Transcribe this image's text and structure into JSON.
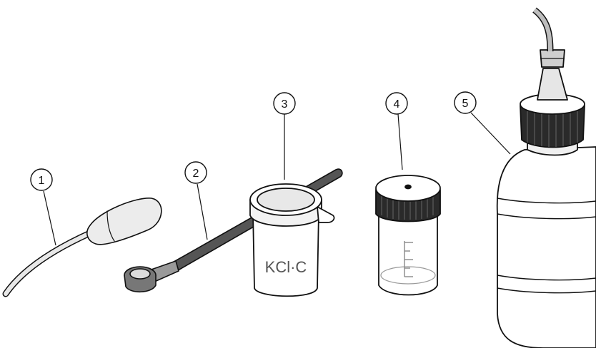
{
  "callouts": {
    "c1": "1",
    "c2": "2",
    "c3": "3",
    "c4": "4",
    "c5": "5"
  },
  "items": {
    "jar_label": "KCl·C"
  },
  "colors": {
    "outline": "#111111",
    "body_fill": "#ffffff",
    "light_gray": "#e6e6e6",
    "mid_gray": "#b8b8b8",
    "dark_gray": "#555555"
  }
}
